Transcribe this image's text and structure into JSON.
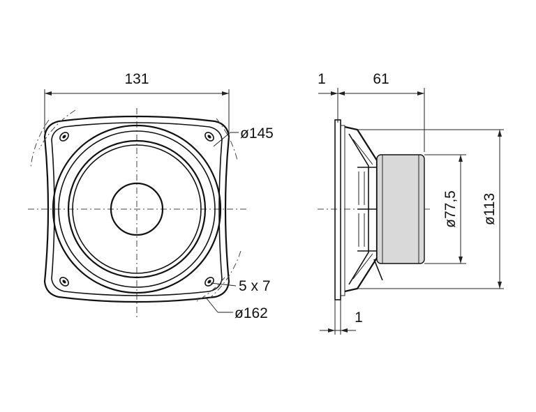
{
  "front_view": {
    "width_label": "131",
    "bolt_circle_label": "ø145",
    "hole_label": "5 x 7",
    "cutout_label": "ø162"
  },
  "side_view": {
    "flange_label": "1",
    "depth_label": "61",
    "magnet_diameter_label": "ø77,5",
    "basket_diameter_label": "ø113",
    "bottom_flange_label": "1"
  }
}
